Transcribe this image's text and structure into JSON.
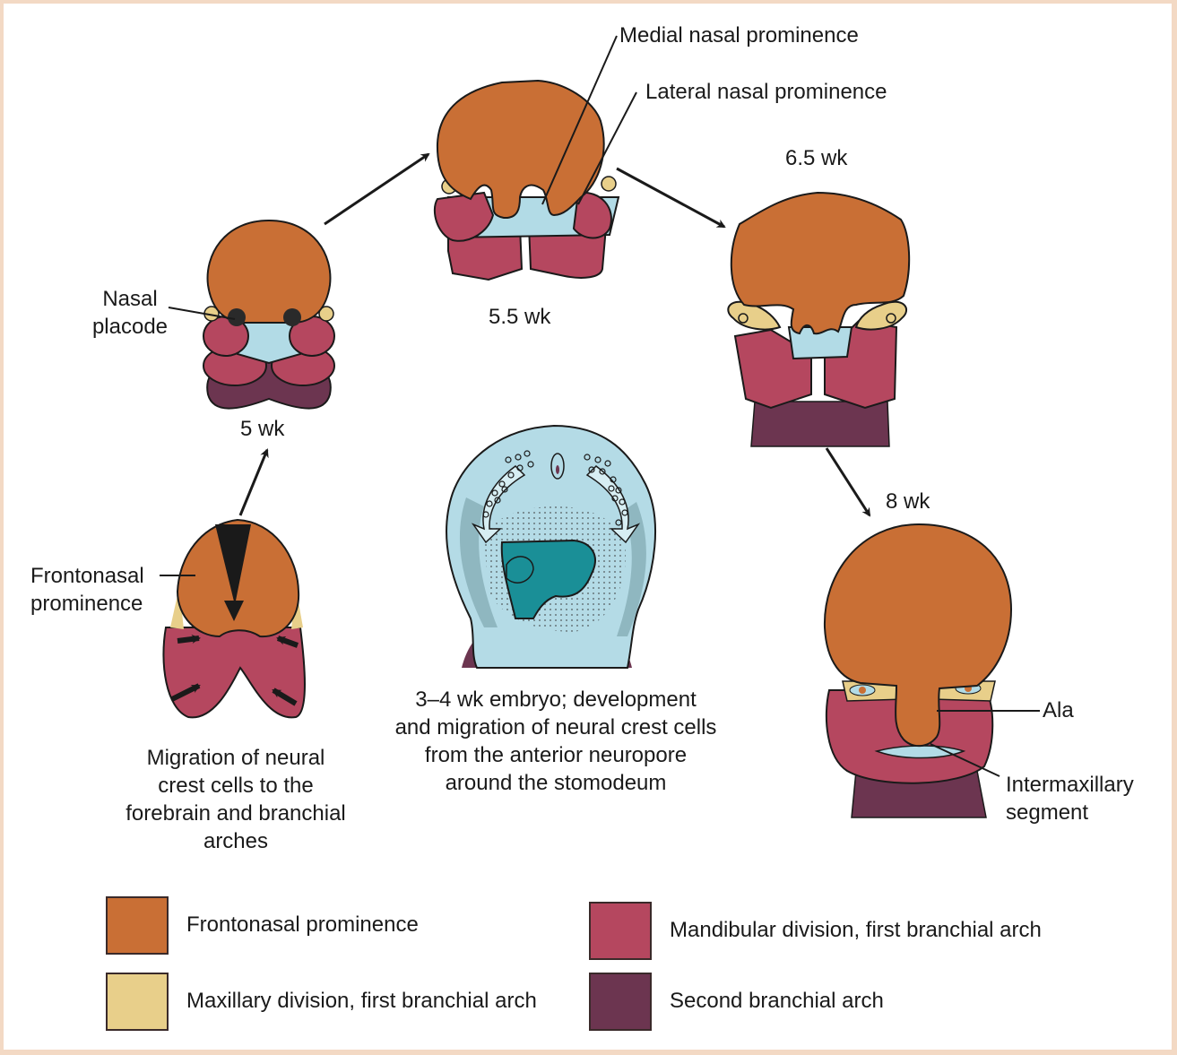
{
  "colors": {
    "frontonasal": "#c96f35",
    "maxillary": "#e8cf8a",
    "mandibular": "#b5475f",
    "second_arch": "#6c3550",
    "stomodeum": "#b2dbe6",
    "embryo_body": "#b4dbe6",
    "embryo_shadow": "#8fb7c0",
    "embryo_cavity": "#1a8f97",
    "frame": "#f3d9c4",
    "outline": "#1a1a1a"
  },
  "stages": {
    "s5": {
      "label": "5 wk",
      "callout": "Nasal\nplacode"
    },
    "s55": {
      "label": "5.5 wk",
      "callout_medial": "Medial nasal prominence",
      "callout_lateral": "Lateral nasal prominence"
    },
    "s65": {
      "label": "6.5 wk"
    },
    "s8": {
      "label": "8 wk",
      "callout_ala": "Ala",
      "callout_inter": "Intermaxillary\nsegment"
    },
    "migration": {
      "callout": "Frontonasal\nprominence",
      "caption": "Migration of neural\ncrest cells to the\nforebrain and branchial\narches"
    },
    "early": {
      "caption": "3–4 wk embryo; development\nand migration of neural crest cells\nfrom the anterior neuropore\naround the stomodeum"
    }
  },
  "legend": [
    {
      "label": "Frontonasal prominence",
      "color": "#c96f35"
    },
    {
      "label": "Maxillary division, first branchial arch",
      "color": "#e8cf8a"
    },
    {
      "label": "Mandibular division, first branchial arch",
      "color": "#b5475f"
    },
    {
      "label": "Second branchial arch",
      "color": "#6c3550"
    }
  ]
}
